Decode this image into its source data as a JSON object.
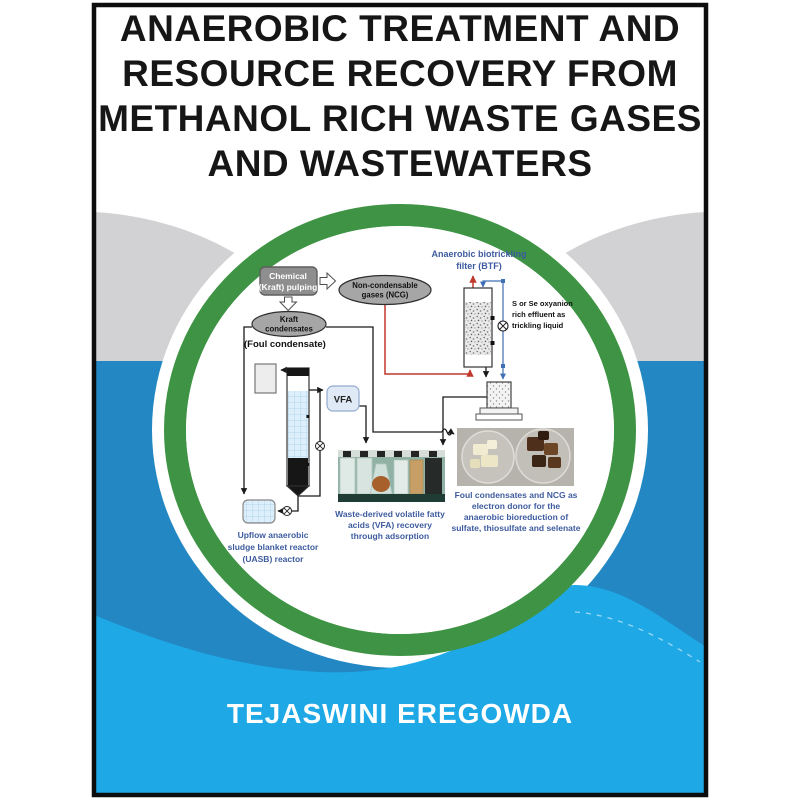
{
  "cover": {
    "title": [
      "ANAEROBIC TREATMENT AND",
      "RESOURCE RECOVERY FROM",
      "METHANOL RICH WASTE GASES",
      "AND WASTEWATERS"
    ],
    "author": "TEJASWINI EREGOWDA"
  },
  "diagram": {
    "chemical_box": [
      "Chemical",
      "(Kraft) pulping"
    ],
    "ncg_ellipse": [
      "Non-condensable",
      "gases (NCG)"
    ],
    "kraft_ellipse": [
      "Kraft",
      "condensates"
    ],
    "foul_label": "(Foul condensate)",
    "vfa_box": "VFA",
    "btf_label": [
      "Anaerobic biotrickling",
      "filter (BTF)"
    ],
    "trickling_label": [
      "S or Se oxyanion",
      "rich effluent as",
      "trickling liquid"
    ],
    "uasb_caption": [
      "Upflow anaerobic",
      "sludge blanket reactor",
      "(UASB) reactor"
    ],
    "vfa_caption": [
      "Waste-derived volatile fatty",
      "acids (VFA) recovery",
      "through adsorption"
    ],
    "petri_caption": [
      "Foul condensates and NCG as",
      "electron donor for the",
      "anaerobic bioreduction of",
      "sulfate, thiosulfate and selenate"
    ]
  },
  "colors": {
    "ring_green": "#3e9444",
    "sky_blue": "#1ea9e6",
    "deep_blue": "#2287c3",
    "dome_gray": "#d2d2d4",
    "label_blue": "#3d5b9e",
    "line_red": "#c0392b",
    "line_blue": "#3f6fb5"
  }
}
